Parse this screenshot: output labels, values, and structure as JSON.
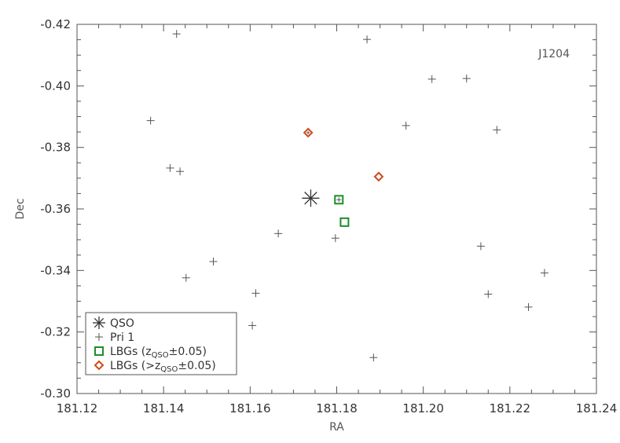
{
  "chart_data": {
    "type": "scatter",
    "field_label": "J1204",
    "xlabel": "RA",
    "ylabel": "Dec",
    "xlim": [
      181.12,
      181.24
    ],
    "ylim": [
      -0.3,
      -0.42
    ],
    "y_inverted": true,
    "grid": false,
    "legend_position": "bottom-left",
    "x_ticks": [
      "181.12",
      "181.14",
      "181.16",
      "181.18",
      "181.20",
      "181.22",
      "181.24"
    ],
    "y_ticks": [
      "-0.42",
      "-0.40",
      "-0.38",
      "-0.36",
      "-0.34",
      "-0.32",
      "-0.30"
    ],
    "colors": {
      "qso": "#333333",
      "pri1": "#555555",
      "lbg_in": "#1a8f2a",
      "lbg_out": "#d24a1a"
    },
    "series": [
      {
        "name": "QSO",
        "marker": "asterisk",
        "points": [
          [
            181.174,
            -0.3635
          ]
        ]
      },
      {
        "name": "Pri 1",
        "marker": "plus",
        "points": [
          [
            181.143,
            -0.4169
          ],
          [
            181.187,
            -0.4151
          ],
          [
            181.202,
            -0.4022
          ],
          [
            181.21,
            -0.4024
          ],
          [
            181.137,
            -0.3887
          ],
          [
            181.196,
            -0.3871
          ],
          [
            181.217,
            -0.3857
          ],
          [
            181.1415,
            -0.3733
          ],
          [
            181.1438,
            -0.3722
          ],
          [
            181.1665,
            -0.352
          ],
          [
            181.1797,
            -0.3505
          ],
          [
            181.2133,
            -0.3479
          ],
          [
            181.1515,
            -0.3429
          ],
          [
            181.1452,
            -0.3376
          ],
          [
            181.228,
            -0.3392
          ],
          [
            181.1613,
            -0.3326
          ],
          [
            181.215,
            -0.3323
          ],
          [
            181.2243,
            -0.3281
          ],
          [
            181.1605,
            -0.3221
          ],
          [
            181.1885,
            -0.3117
          ]
        ]
      },
      {
        "name": "LBGs (z_QSO±0.05)",
        "legend_main": "LBGs (z",
        "legend_sub": "QSO",
        "legend_tail": "±0.05)",
        "marker": "square",
        "points": [
          [
            181.1805,
            -0.363
          ],
          [
            181.1818,
            -0.3557
          ]
        ]
      },
      {
        "name": "LBGs (>z_QSO±0.05)",
        "legend_main": "LBGs (>z",
        "legend_sub": "QSO",
        "legend_tail": "±0.05)",
        "marker": "diamond",
        "points": [
          [
            181.1734,
            -0.3848
          ],
          [
            181.1897,
            -0.3705
          ]
        ]
      }
    ]
  }
}
